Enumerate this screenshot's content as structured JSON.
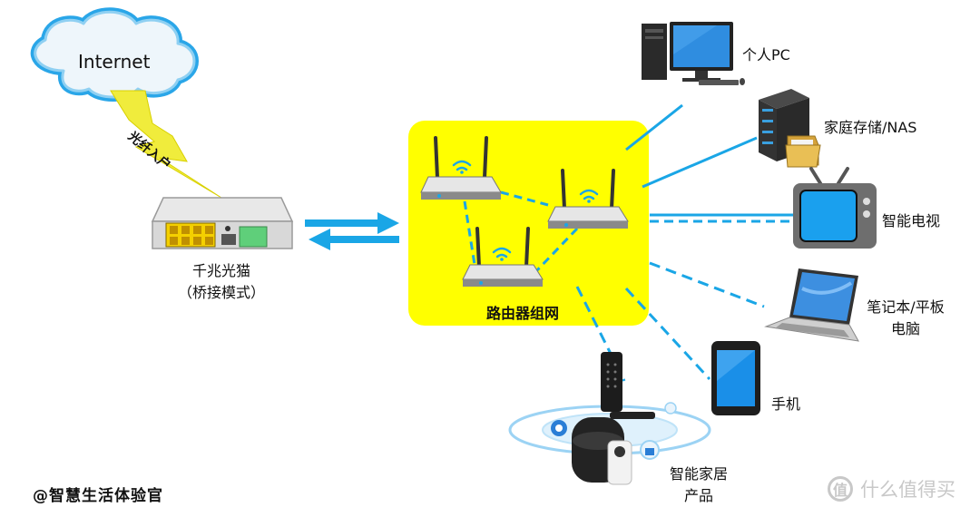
{
  "diagram": {
    "internet_label": "Internet",
    "fiber_label": "光纤入户",
    "modem": {
      "line1": "千兆光猫",
      "line2": "（桥接模式）"
    },
    "router_group_label": "路由器组网",
    "devices": {
      "pc": "个人PC",
      "nas": "家庭存储/NAS",
      "tv": "智能电视",
      "laptop": {
        "line1": "笔记本/平板",
        "line2": "电脑"
      },
      "phone": "手机",
      "smart_home": {
        "line1": "智能家居",
        "line2": "产品"
      }
    },
    "watermark_left": "@智慧生活体验官",
    "watermark_right": "什么值得买",
    "watermark_right_logo": "值",
    "colors": {
      "router_panel": "#ffff00",
      "link": "#1aa6e6",
      "cloud_stroke": "#2aa6e8",
      "bolt": "#f0ec3c"
    }
  }
}
